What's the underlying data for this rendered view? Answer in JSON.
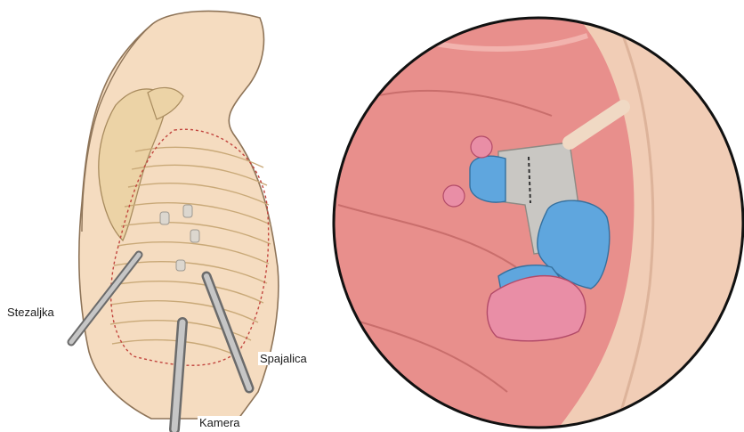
{
  "labels": {
    "clamp": "Stezaljka",
    "stapler": "Spajalica",
    "camera": "Kamera"
  }
}
